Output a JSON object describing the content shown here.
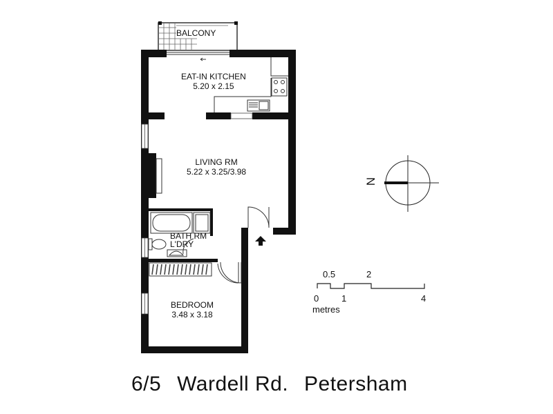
{
  "plan": {
    "title": {
      "unit": "6/5",
      "street": "Wardell Rd.",
      "suburb": "Petersham"
    },
    "rooms": [
      {
        "name": "BALCONY",
        "dims": ""
      },
      {
        "name": "EAT-IN KITCHEN",
        "dims": "5.20 x 2.15"
      },
      {
        "name": "LIVING RM",
        "dims": "5.22 x 3.25/3.98"
      },
      {
        "name": "BATH RM",
        "dims": "L'DRY"
      },
      {
        "name": "BEDROOM",
        "dims": "3.48 x 3.18"
      }
    ],
    "compass": {
      "label": "N",
      "icon": "north-arrow-compass-icon"
    },
    "scale": {
      "top_labels": [
        "0.5",
        "2"
      ],
      "bottom_labels": [
        "0",
        "1",
        "4"
      ],
      "unit": "metres"
    },
    "colors": {
      "wall": "#111111",
      "background": "#ffffff"
    }
  }
}
